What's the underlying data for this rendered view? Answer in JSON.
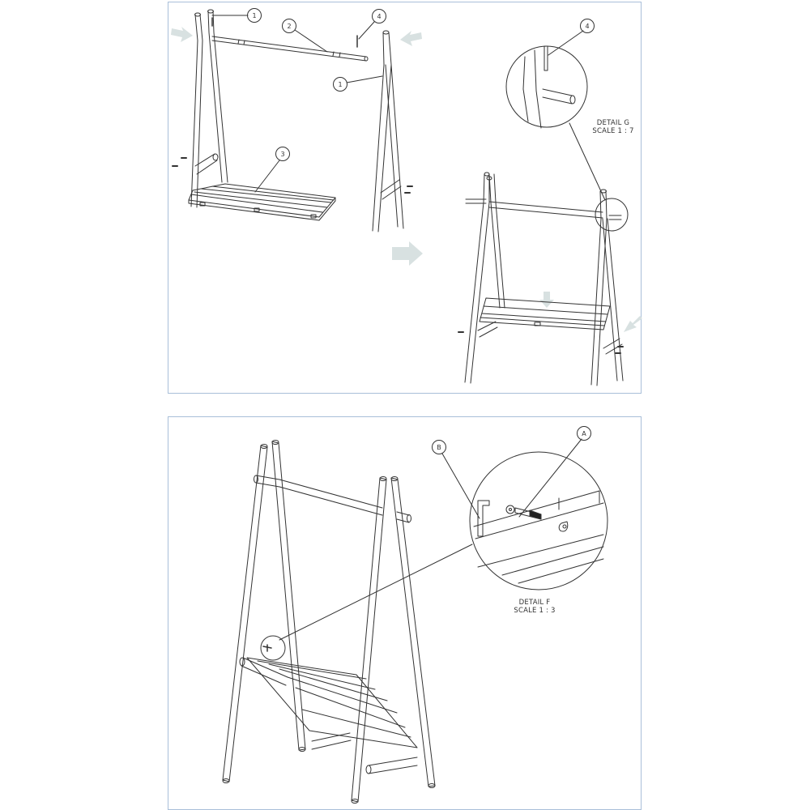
{
  "diagram": {
    "type": "assembly-instructions",
    "subject": "A-frame wooden clothes rack with slatted bottom shelf",
    "colors": {
      "panel_border": "#a9bfd9",
      "line": "#333333",
      "arrow": "#d8e1e1"
    },
    "panels": [
      {
        "id": "top",
        "step": "Exploded view: side frames, hanging rail, shelf, pins",
        "callouts": [
          {
            "label": "1",
            "part": "A-frame leg assembly (left)"
          },
          {
            "label": "2",
            "part": "Hanging rail"
          },
          {
            "label": "3",
            "part": "Slatted shelf"
          },
          {
            "label": "4",
            "part": "Locking pin"
          },
          {
            "label": "1",
            "part": "A-frame leg assembly (right)"
          }
        ],
        "detail": {
          "name": "DETAIL G",
          "scale": "SCALE 1 : 7",
          "callout": "4"
        },
        "caption_lines": [
          "DETAIL G",
          "SCALE 1 : 7"
        ]
      },
      {
        "id": "bottom",
        "step": "Fasten shelf bolts with hex key",
        "callouts": [
          {
            "label": "A",
            "part": "Bolt with washer"
          },
          {
            "label": "B",
            "part": "Hex (Allen) key"
          }
        ],
        "detail": {
          "name": "DETAIL F",
          "scale": "SCALE 1 : 3"
        },
        "caption_lines": [
          "DETAIL F",
          "SCALE 1 : 3"
        ]
      }
    ]
  },
  "labels": {
    "c1a": "1",
    "c2": "2",
    "c3": "3",
    "c4a": "4",
    "c1b": "1",
    "c4b": "4",
    "cA": "A",
    "cB": "B",
    "detailG_1": "DETAIL G",
    "detailG_2": "SCALE 1 : 7",
    "detailF_1": "DETAIL F",
    "detailF_2": "SCALE 1 : 3"
  }
}
